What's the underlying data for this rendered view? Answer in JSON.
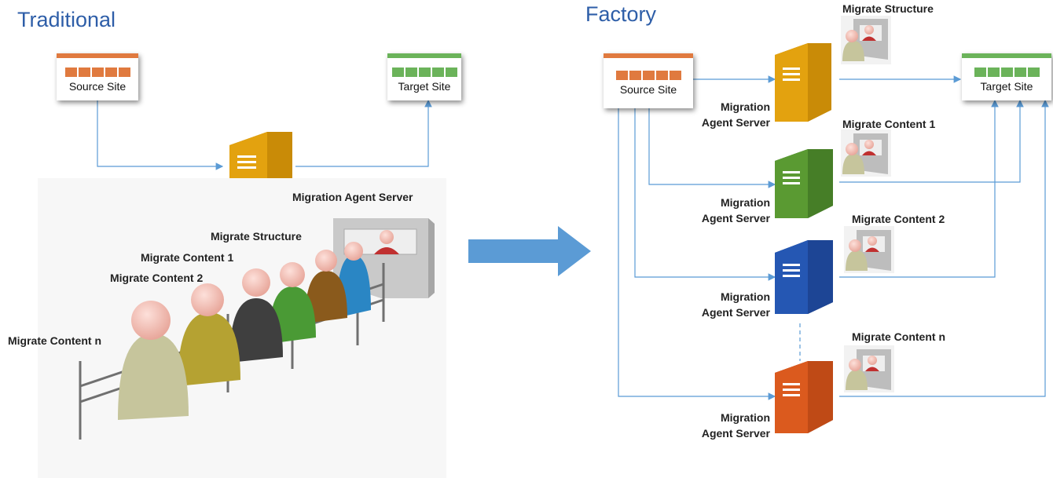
{
  "left": {
    "title": "Traditional",
    "source_site": "Source Site",
    "target_site": "Target Site",
    "server_label": "Migration Agent Server",
    "queue": [
      "Migrate Structure",
      "Migrate Content 1",
      "Migrate Content 2",
      "Migrate Content n"
    ]
  },
  "right": {
    "title": "Factory",
    "source_site": "Source Site",
    "target_site": "Target Site",
    "server_label_line1": "Migration",
    "server_label_line2": "Agent Server",
    "tasks": [
      "Migrate Structure",
      "Migrate Content 1",
      "Migrate Content 2",
      "Migrate Content n"
    ],
    "server_colors": [
      "#d89a0a",
      "#4e8a2a",
      "#1f4fa8",
      "#d2541a"
    ]
  },
  "colors": {
    "title": "#2e5ea8",
    "connector": "#5b9bd5",
    "big_arrow": "#5b9bd5",
    "source_accent": "#e07a3f",
    "target_accent": "#6bb35a",
    "left_server": "#d89a0a"
  }
}
